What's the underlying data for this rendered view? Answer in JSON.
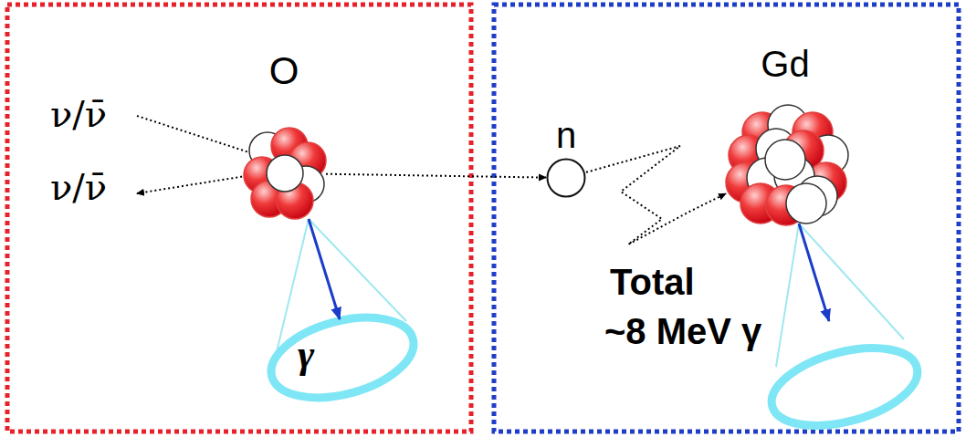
{
  "diagram": {
    "nodes": [
      {
        "text": [
          "O"
        ]
      },
      {
        "text": [
          "n"
        ]
      },
      {
        "text": [
          "Gd"
        ]
      }
    ],
    "edges": [
      {
        "from": 0,
        "to": 1,
        "arrow": "to"
      },
      {
        "from": 1,
        "to": 2,
        "arrow": "to"
      }
    ],
    "labels": [
      "ν/ν̄",
      "ν/ν̄",
      "γ",
      "Total",
      "~8 MeV γ"
    ]
  }
}
